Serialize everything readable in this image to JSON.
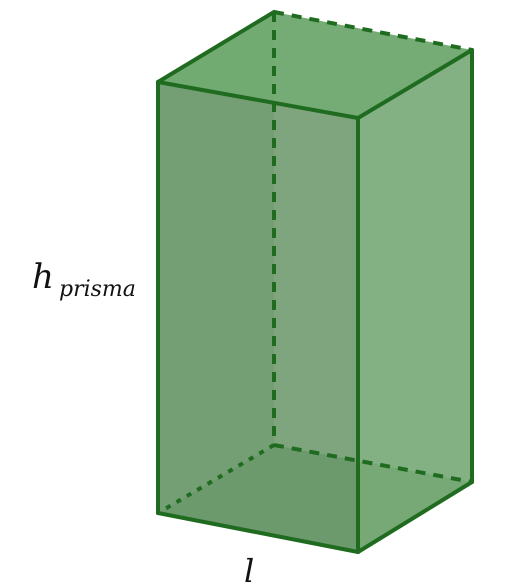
{
  "figure": {
    "labels": {
      "height_base": "h",
      "height_subscript": "prisma",
      "side": "l"
    },
    "colors": {
      "edge": "#1f6b1f",
      "face_fill": "#5a9a5a",
      "face_fill_light": "#7fbf7f",
      "background": "#ffffff"
    }
  }
}
